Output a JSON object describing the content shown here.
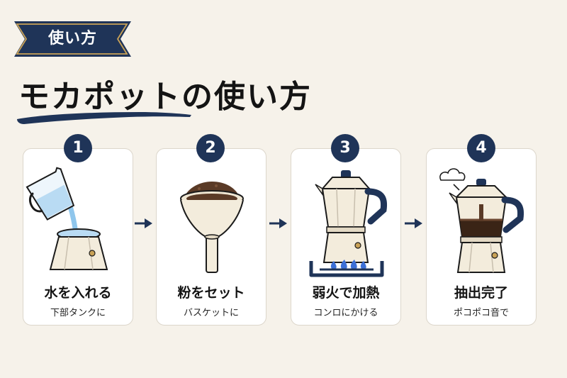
{
  "header": {
    "tag": "使い方",
    "title": "モカポットの使い方"
  },
  "steps": [
    {
      "number": "1",
      "title": "水を入れる",
      "subtitle": "下部タンクに",
      "icon": "water-pitcher-icon"
    },
    {
      "number": "2",
      "title": "粉をセット",
      "subtitle": "バスケットに",
      "icon": "coffee-basket-icon"
    },
    {
      "number": "3",
      "title": "弱火で加熱",
      "subtitle": "コンロにかける",
      "icon": "moka-pot-on-stove-icon"
    },
    {
      "number": "4",
      "title": "抽出完了",
      "subtitle": "ポコポコ音で",
      "icon": "moka-pot-steam-icon"
    }
  ],
  "colors": {
    "navy": "#1f3458",
    "gold": "#c9a257",
    "background": "#f6f2ea",
    "pot_body": "#f3ecdc",
    "water": "#b9dbf3",
    "coffee": "#5a3a26",
    "flame": "#3c6fd6"
  }
}
